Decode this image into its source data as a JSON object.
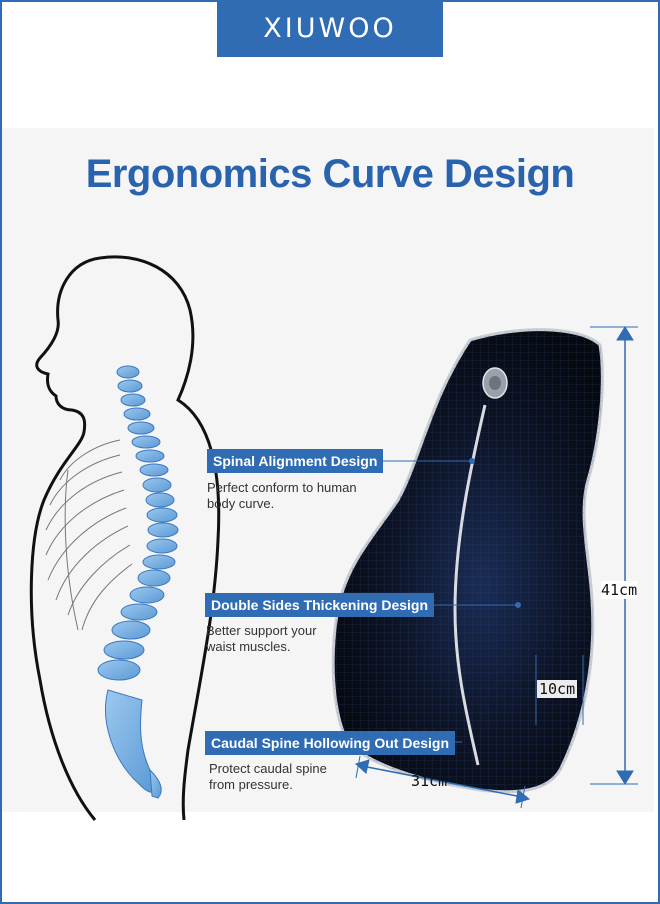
{
  "brand": {
    "name": "XIUWOO"
  },
  "headline": "Ergonomics Curve Design",
  "features": [
    {
      "title": "Spinal Alignment Design",
      "desc_line1": "Perfect conform to human",
      "desc_line2": "body curve."
    },
    {
      "title": "Double Sides Thickening Design",
      "desc_line1": "Better support your",
      "desc_line2": "waist muscles."
    },
    {
      "title": "Caudal Spine Hollowing Out Design",
      "desc_line1": "Protect caudal spine",
      "desc_line2": "from pressure."
    }
  ],
  "dimensions": {
    "height": "41cm",
    "thickness": "10cm",
    "width": "31cm"
  },
  "colors": {
    "accent": "#2f6cb3",
    "headline": "#2a63ad",
    "spine": "#6aa8dd",
    "cushion": "#0c0f16"
  }
}
